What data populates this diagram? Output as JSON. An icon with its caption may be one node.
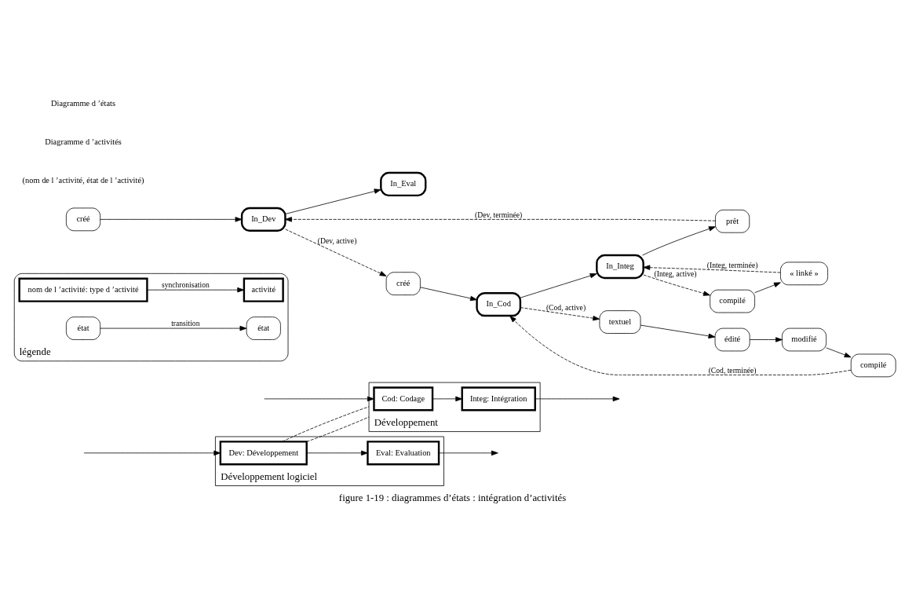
{
  "diagram": {
    "caption": "figure 1-19 : diagrammes d’états : intégration d’activités",
    "nodes": [
      {
        "text": [
          "Développement logiciel"
        ]
      },
      {
        "text": [
          "Dev: Développement"
        ],
        "in": 0
      },
      {
        "text": [
          "Eval: Evaluation"
        ],
        "in": 0
      },
      {
        "text": [
          "Développement"
        ]
      },
      {
        "text": [
          "Cod: Codage"
        ],
        "in": 3
      },
      {
        "text": [
          "Integ: Intégration"
        ],
        "in": 3
      },
      {
        "text": [
          "légende"
        ]
      },
      {
        "text": [
          "nom de l ’activité: type d ’activité"
        ],
        "in": 6
      },
      {
        "text": [
          "activité"
        ],
        "in": 6
      },
      {
        "text": [
          "état"
        ],
        "in": 6
      },
      {
        "text": [
          "état"
        ],
        "in": 6
      },
      {
        "text": [
          "créé"
        ]
      },
      {
        "text": [
          "In_Dev"
        ]
      },
      {
        "text": [
          "In_Eval"
        ]
      },
      {
        "text": [
          "créé"
        ]
      },
      {
        "text": [
          "In_Cod"
        ]
      },
      {
        "text": [
          "In_Integ"
        ]
      },
      {
        "text": [
          "prêt"
        ]
      },
      {
        "text": [
          "compilé"
        ]
      },
      {
        "text": [
          "« linké »"
        ]
      },
      {
        "text": [
          "textuel"
        ]
      },
      {
        "text": [
          "édité"
        ]
      },
      {
        "text": [
          "modifié"
        ]
      },
      {
        "text": [
          "compilé"
        ]
      }
    ],
    "edges": [
      {
        "from": null,
        "to": 1,
        "arrow": "to"
      },
      {
        "from": 1,
        "to": 2,
        "arrow": "to"
      },
      {
        "from": 2,
        "to": null,
        "arrow": "to"
      },
      {
        "from": 1,
        "to": 3,
        "arrow": "none",
        "style": "dashed"
      },
      {
        "from": 1,
        "to": 3,
        "arrow": "none",
        "style": "dashed"
      },
      {
        "from": null,
        "to": 4,
        "arrow": "to"
      },
      {
        "from": 4,
        "to": 5,
        "arrow": "to"
      },
      {
        "from": 5,
        "to": null,
        "arrow": "to"
      },
      {
        "from": 7,
        "to": 8,
        "arrow": "to",
        "label": "synchronisation"
      },
      {
        "from": 9,
        "to": 10,
        "arrow": "to",
        "label": "transition"
      },
      {
        "from": 11,
        "to": 12,
        "arrow": "to"
      },
      {
        "from": 12,
        "to": 13,
        "arrow": "to"
      },
      {
        "from": 12,
        "to": 14,
        "arrow": "to",
        "style": "dashed",
        "label": "(Dev, active)"
      },
      {
        "from": 17,
        "to": 12,
        "arrow": "to",
        "style": "dashed",
        "label": "(Dev, terminée)"
      },
      {
        "from": 14,
        "to": 15,
        "arrow": "to"
      },
      {
        "from": 15,
        "to": 16,
        "arrow": "to"
      },
      {
        "from": 16,
        "to": 17,
        "arrow": "to"
      },
      {
        "from": 16,
        "to": 18,
        "arrow": "to",
        "style": "dashed",
        "label": "(Integ, active)"
      },
      {
        "from": 19,
        "to": 16,
        "arrow": "to",
        "style": "dashed",
        "label": "(Integ, terminée)"
      },
      {
        "from": 18,
        "to": 19,
        "arrow": "to"
      },
      {
        "from": 15,
        "to": 20,
        "arrow": "to",
        "style": "dashed",
        "label": "(Cod, active)"
      },
      {
        "from": 23,
        "to": 15,
        "arrow": "to",
        "style": "dashed",
        "label": "(Cod, terminée)"
      },
      {
        "from": 20,
        "to": 21,
        "arrow": "to"
      },
      {
        "from": 21,
        "to": 22,
        "arrow": "to"
      },
      {
        "from": 22,
        "to": 23,
        "arrow": "to"
      }
    ],
    "labels": [
      "(nom de l ’activité, état de l ’activité)",
      "Diagramme d ’activités",
      "Diagramme d ’états"
    ]
  }
}
